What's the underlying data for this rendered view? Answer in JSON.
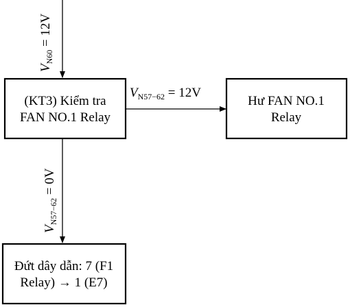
{
  "nodes": {
    "check": {
      "line1": "(KT3) Kiểm tra",
      "line2": "FAN NO.1 Relay"
    },
    "fault": {
      "line1": "Hư FAN NO.1",
      "line2": "Relay"
    },
    "wire": {
      "line1": "Đứt dây dẫn: 7 (F1",
      "line2": "Relay) → 1 (E7)"
    }
  },
  "edges": {
    "top": {
      "var": "V",
      "sub": "N60",
      "rest": " = 12V"
    },
    "right": {
      "var": "V",
      "sub": "N57−62",
      "rest": " = 12V"
    },
    "bottom": {
      "var": "V",
      "sub": "N57−62",
      "rest": " = 0V"
    }
  }
}
